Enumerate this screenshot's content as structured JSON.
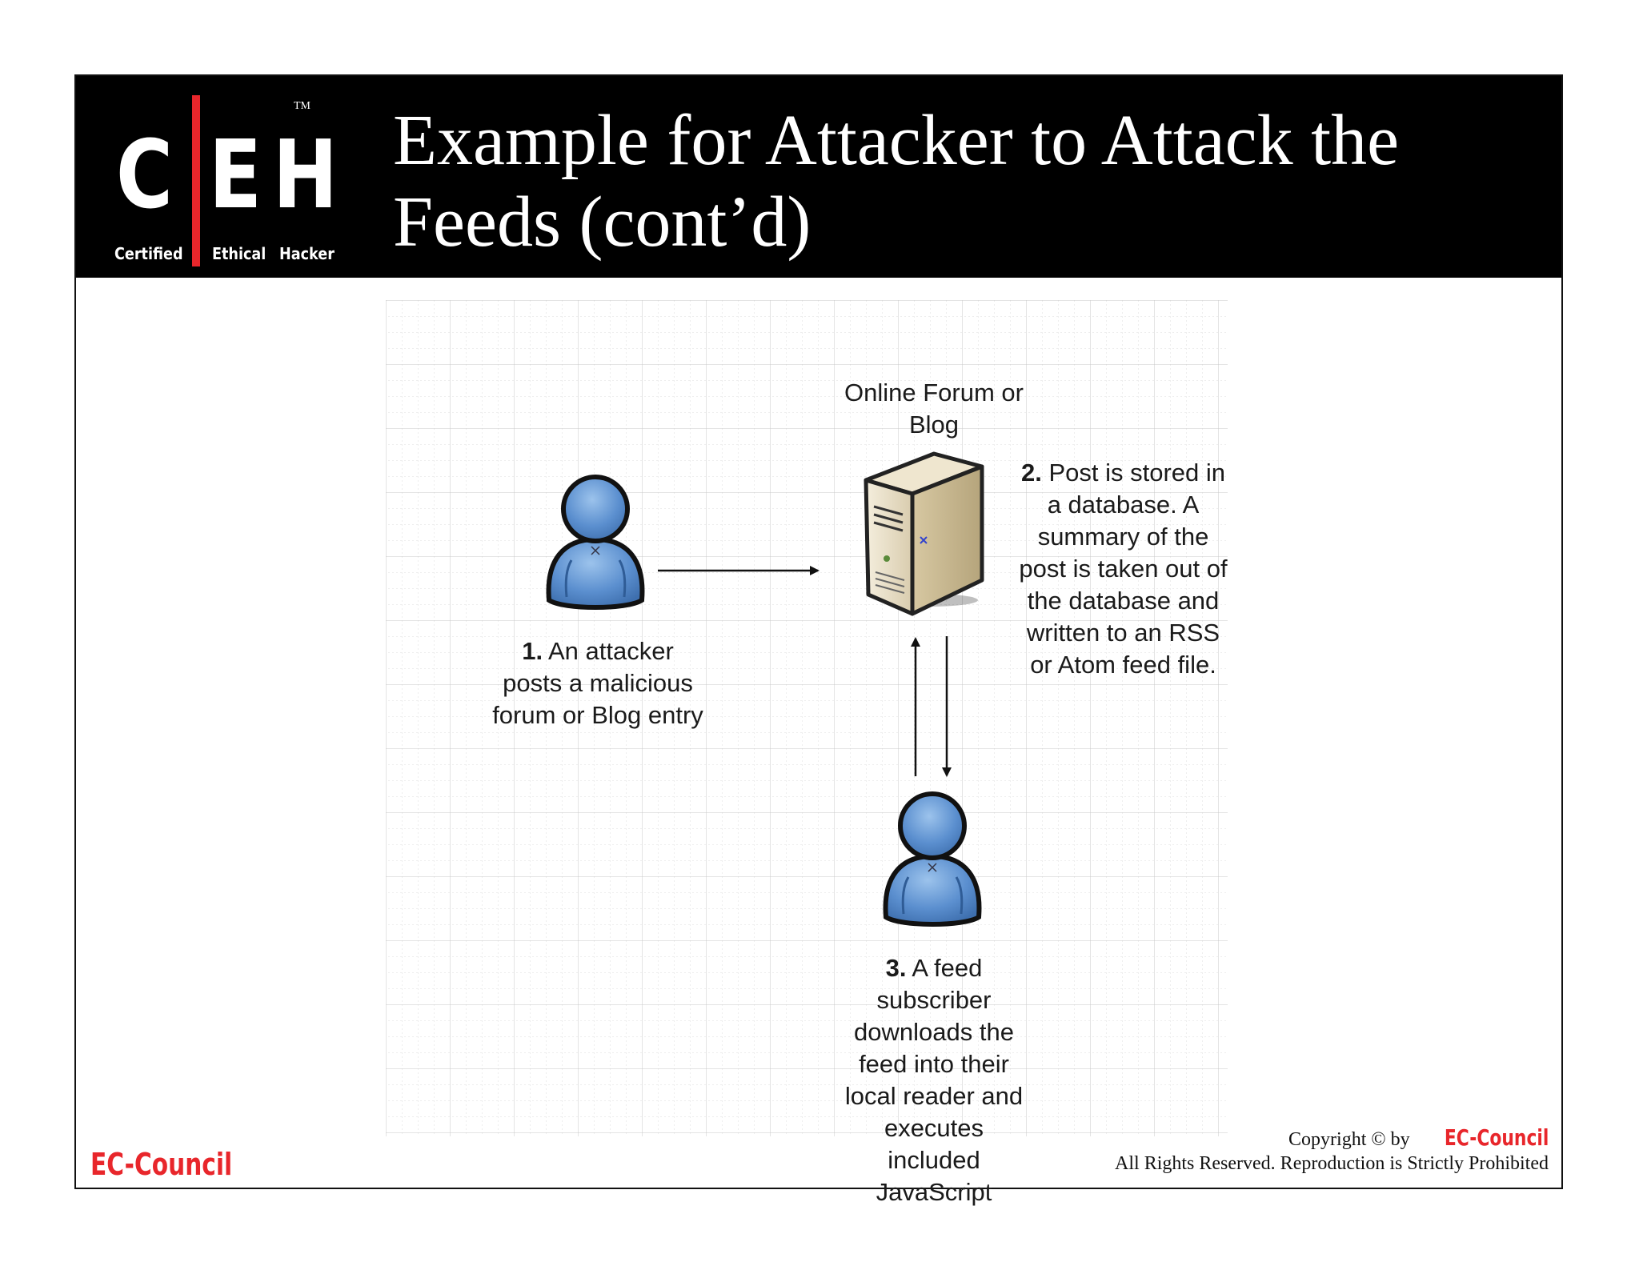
{
  "header": {
    "logo": {
      "letters": [
        "C",
        "E",
        "H"
      ],
      "words": [
        "Certified",
        "Ethical",
        "Hacker"
      ],
      "trademark": "TM"
    },
    "title": "Example for Attacker to Attack the Feeds (cont’d)"
  },
  "diagram": {
    "server_label": "Online Forum or Blog",
    "steps": [
      {
        "number": "1.",
        "text": "An attacker posts a malicious forum or Blog entry"
      },
      {
        "number": "2.",
        "text": "Post is stored in a database. A summary of the post is taken out of the database and written to an RSS or Atom feed file."
      },
      {
        "number": "3.",
        "text": "A feed subscriber downloads the feed into their local reader and executes included JavaScript"
      }
    ]
  },
  "footer": {
    "brand": "EC-Council",
    "copyright_prefix": "Copyright © by",
    "copyright_brand": "EC-Council",
    "rights": "All Rights Reserved. Reproduction is Strictly Prohibited"
  },
  "colors": {
    "header_bg": "#000000",
    "brand_red": "#e8262b",
    "person_blue": "#5b8fcf",
    "grid": "#d9d9d9"
  }
}
